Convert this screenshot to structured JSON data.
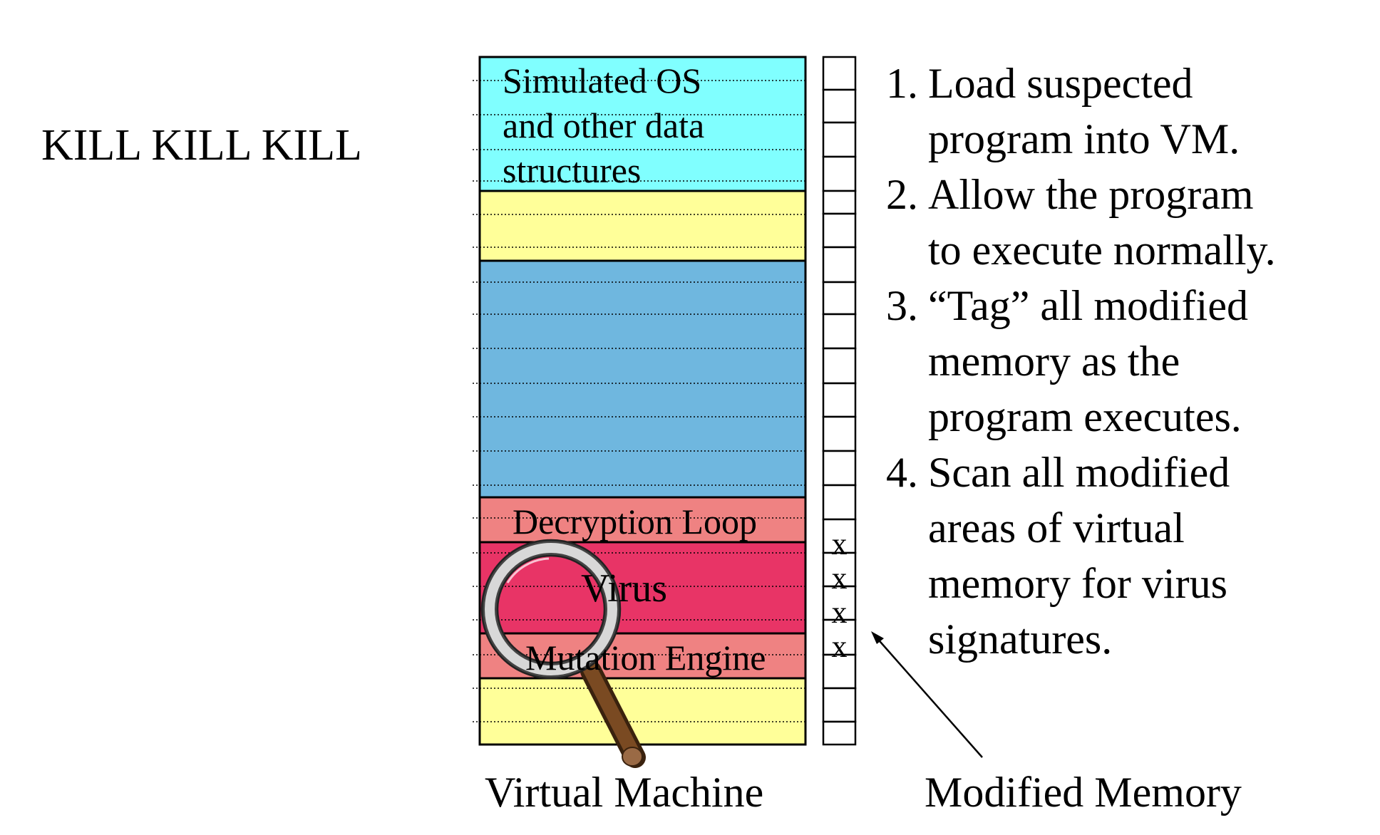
{
  "left_label": "KILL KILL KILL",
  "vm": {
    "title": "Virtual Machine",
    "regions": [
      {
        "key": "os",
        "label_lines": [
          "Simulated OS",
          "and other data",
          "structures"
        ],
        "color": "#80ffff"
      },
      {
        "key": "free-top",
        "label_lines": [],
        "color": "#ffff99"
      },
      {
        "key": "program",
        "label_lines": [],
        "color": "#6fb7df"
      },
      {
        "key": "decryption-loop",
        "label_lines": [
          "Decryption Loop"
        ],
        "color": "#ef8282"
      },
      {
        "key": "virus",
        "label_lines": [
          "Virus"
        ],
        "color": "#e83466"
      },
      {
        "key": "mutation-engine",
        "label_lines": [
          "Mutation Engine"
        ],
        "color": "#ef8282"
      },
      {
        "key": "free-bottom",
        "label_lines": [],
        "color": "#ffff99"
      }
    ]
  },
  "modified_memory": {
    "title": "Modified Memory",
    "mark": "x"
  },
  "steps": [
    {
      "num": "1.",
      "lines": [
        "Load suspected",
        "program into VM."
      ]
    },
    {
      "num": "2.",
      "lines": [
        "Allow the program",
        "to execute normally."
      ]
    },
    {
      "num": "3.",
      "lines": [
        "“Tag” all modified",
        "memory as the",
        "program executes."
      ]
    },
    {
      "num": "4.",
      "lines": [
        "Scan all modified",
        "areas of virtual",
        "memory for virus",
        "signatures."
      ]
    }
  ]
}
